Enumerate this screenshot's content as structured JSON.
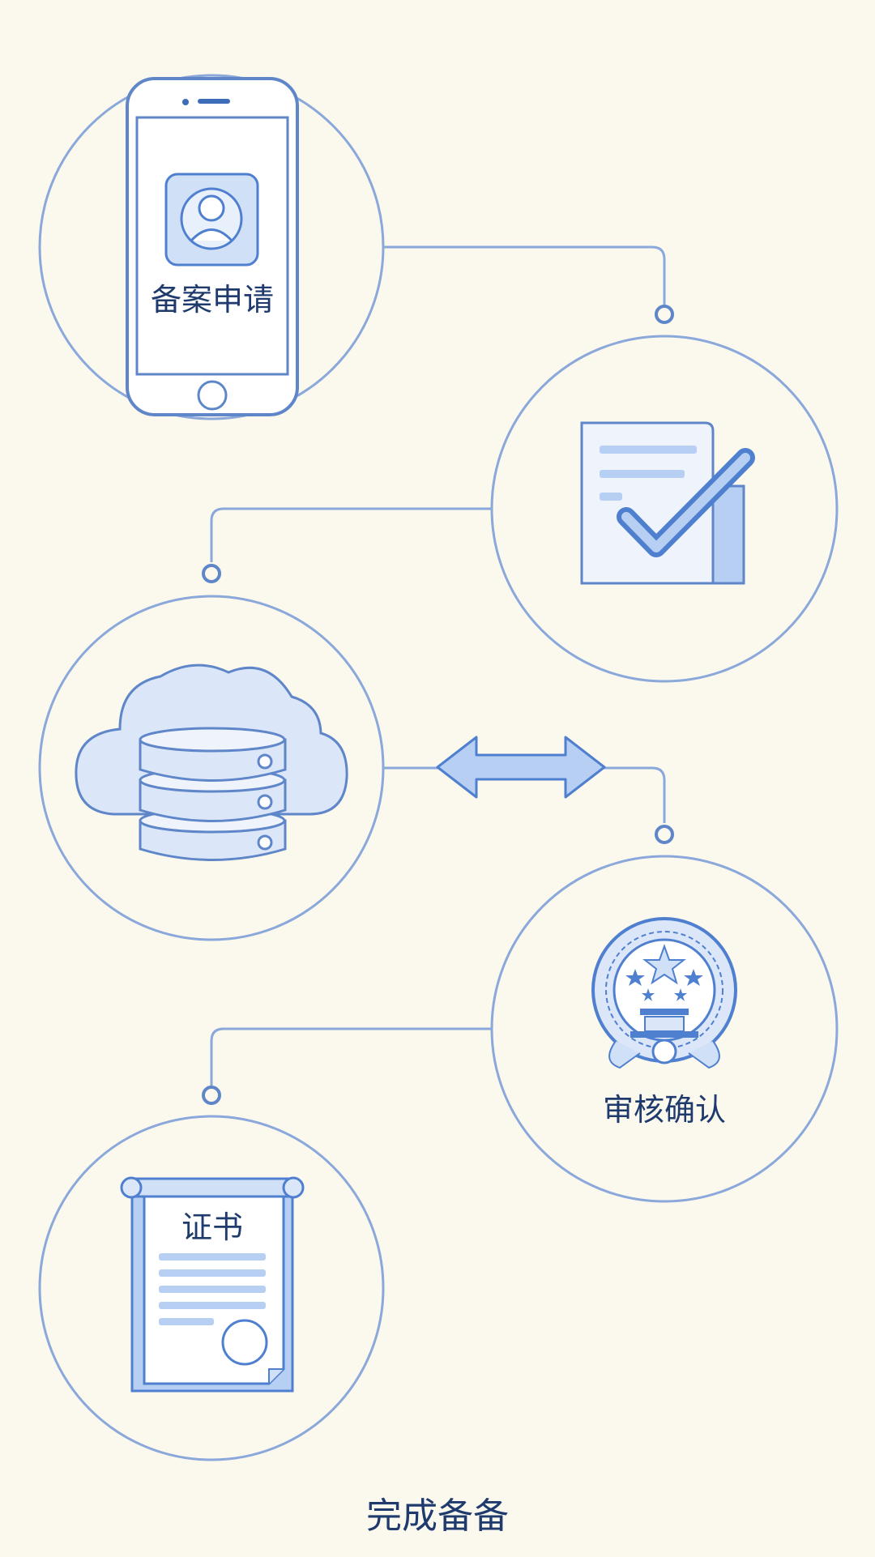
{
  "steps": [
    {
      "icon": "phone-icon",
      "label": "备案申请"
    },
    {
      "icon": "document-check-icon",
      "label": ""
    },
    {
      "icon": "cloud-database-icon",
      "label": ""
    },
    {
      "icon": "national-emblem-icon",
      "label": "审核确认"
    },
    {
      "icon": "certificate-icon",
      "label": "证书"
    }
  ],
  "footer": "完成备备",
  "colors": {
    "background": "#fbf8ee",
    "line": "#7f9fd4",
    "accent": "#4f7fcf",
    "fill_light": "#dbe7f9",
    "fill_mid": "#b7cff2",
    "text": "#1f3b6e"
  }
}
